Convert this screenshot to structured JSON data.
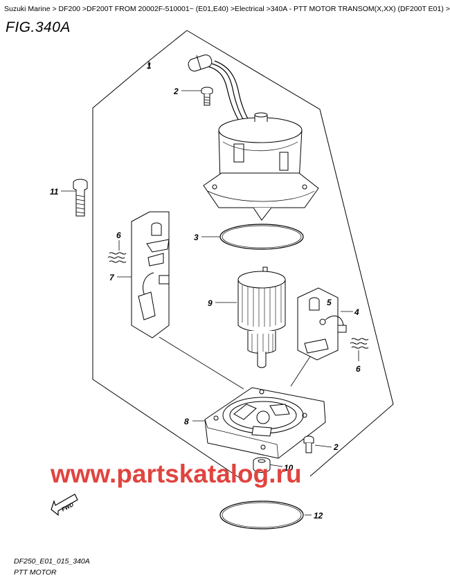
{
  "breadcrumb": "Suzuki Marine > DF200 >DF200T FROM 20002F-510001~ (E01,E40) >Electrical >340A - PTT MOTOR TRANSOM(X,XX) (DF200T E01) >",
  "figure_title": "FIG.340A",
  "callouts": {
    "c1": "1",
    "c2a": "2",
    "c11": "11",
    "c3": "3",
    "c6a": "6",
    "c7": "7",
    "c9": "9",
    "c5": "5",
    "c4": "4",
    "c6b": "6",
    "c8": "8",
    "c2b": "2",
    "c10": "10",
    "c12": "12"
  },
  "watermark": "www.partskatalog.ru",
  "fwd_label": "FWD",
  "footer": {
    "code": "DF250_E01_015_340A",
    "name": "PTT MOTOR"
  }
}
